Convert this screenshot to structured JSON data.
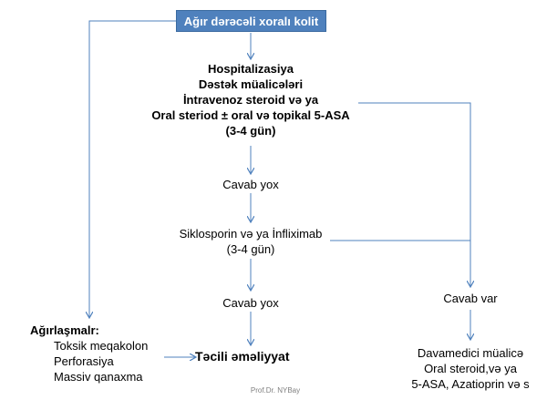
{
  "title": "Ağır dərəcəli  xoralı kolit",
  "step1": {
    "lines": [
      "Hospitalizasiya",
      "Dəstək müalicələri",
      "İntravenoz  steroid və ya",
      "Oral steriod  ±  oral və topikal 5-ASA",
      "(3-4 gün)"
    ]
  },
  "no_response_1": "Cavab yox",
  "step2": {
    "lines": [
      "Siklosporin və ya İnfliximab",
      "(3-4 gün)"
    ]
  },
  "no_response_2": "Cavab yox",
  "response": "Cavab var",
  "complications": {
    "heading": "Ağırlaşmalr:",
    "items": [
      "Toksik meqakolon",
      "Perforasiya",
      "Massiv qanaxma"
    ]
  },
  "surgery": "Təcili əməliyyat",
  "maintenance": {
    "lines": [
      "Davamedici müalicə",
      "Oral steroid,və ya",
      "5-ASA, Azatioprin və s"
    ]
  },
  "footer": "Prof.Dr. NYBay",
  "colors": {
    "box_fill": "#4f81bd",
    "arrow": "#4f81bd"
  }
}
